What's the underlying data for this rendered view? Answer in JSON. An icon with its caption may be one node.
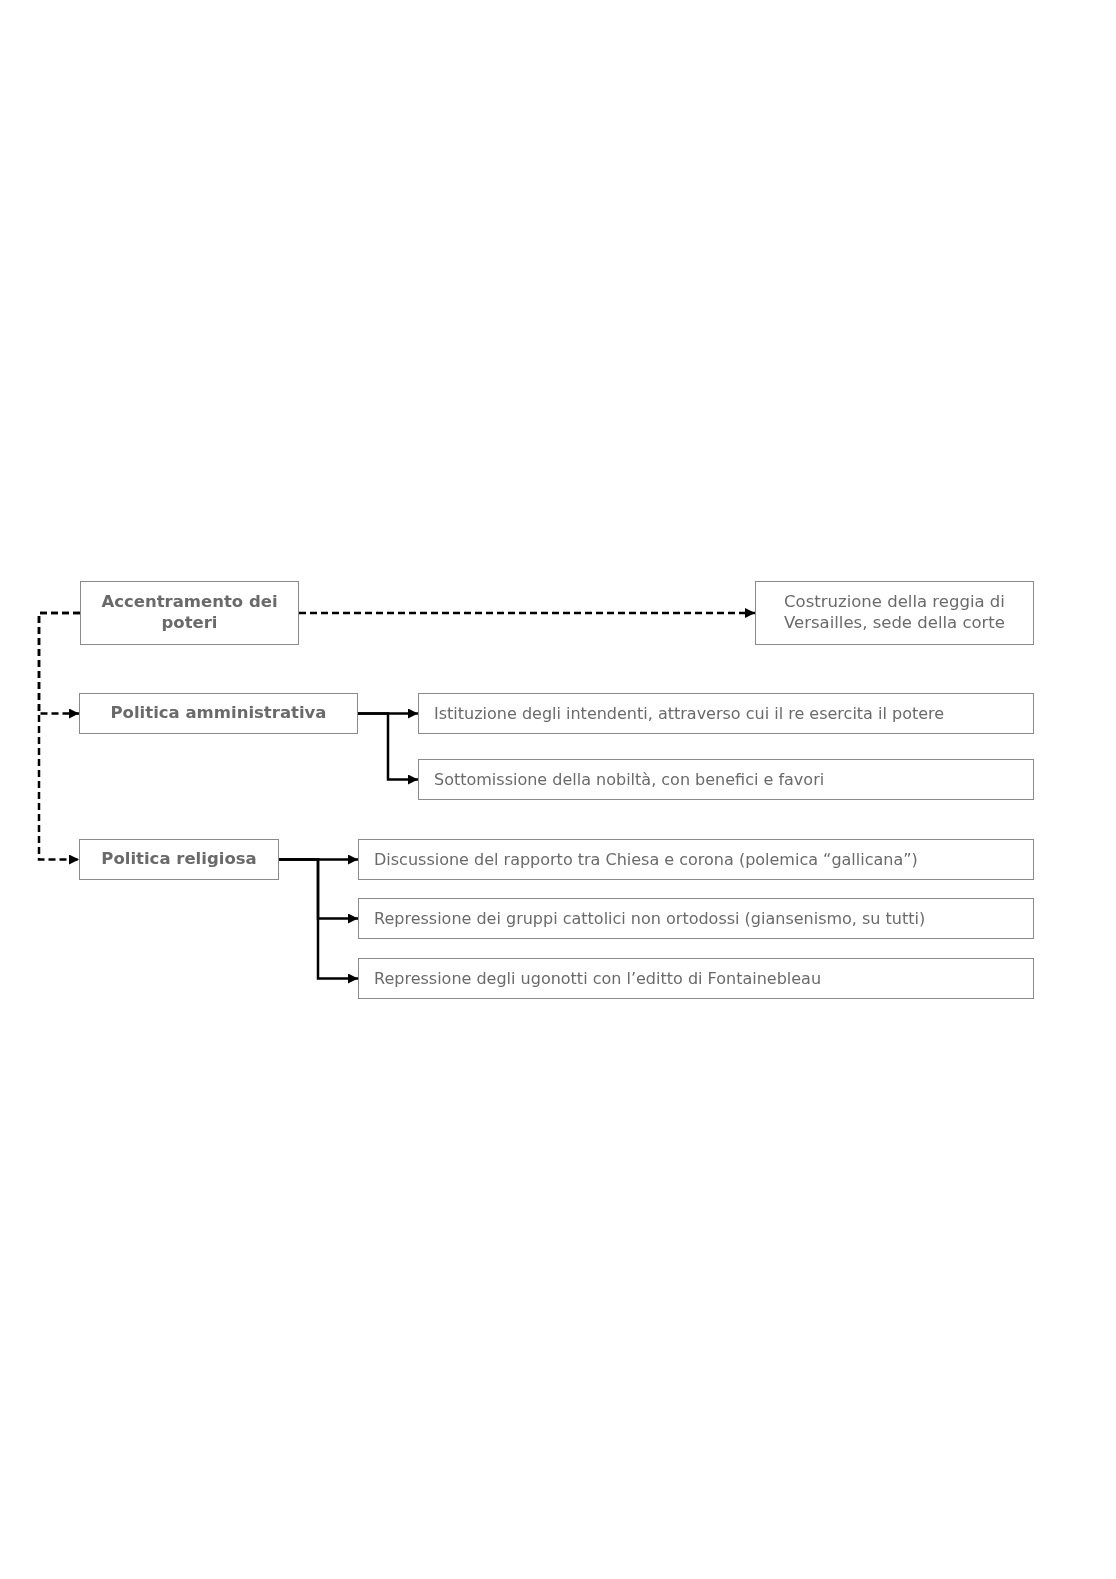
{
  "diagram": {
    "nodes": [
      {
        "text": [
          "Accentramento dei poteri"
        ]
      },
      {
        "text": [
          "Costruzione della reggia di Versailles, sede della corte"
        ]
      },
      {
        "text": [
          "Politica amministrativa"
        ]
      },
      {
        "text": [
          "Istituzione degli intendenti, attraverso cui il re esercita il potere"
        ]
      },
      {
        "text": [
          "Sottomissione della nobiltà, con benefici e favori"
        ]
      },
      {
        "text": [
          "Politica religiosa"
        ]
      },
      {
        "text": [
          "Discussione del rapporto tra Chiesa e corona (polemica “gallicana”)"
        ]
      },
      {
        "text": [
          "Repressione dei gruppi cattolici non ortodossi (giansenismo, su tutti)"
        ]
      },
      {
        "text": [
          "Repressione degli ugonotti con l’editto di Fontainebleau"
        ]
      }
    ],
    "edges": [
      {
        "from": 0,
        "to": 1,
        "arrow": "to",
        "style": "dashed"
      },
      {
        "from": 0,
        "to": 2,
        "arrow": "to",
        "style": "dashed"
      },
      {
        "from": 0,
        "to": 5,
        "arrow": "to",
        "style": "dashed"
      },
      {
        "from": 2,
        "to": 3,
        "arrow": "to"
      },
      {
        "from": 2,
        "to": 4,
        "arrow": "to"
      },
      {
        "from": 5,
        "to": 6,
        "arrow": "to"
      },
      {
        "from": 5,
        "to": 7,
        "arrow": "to"
      },
      {
        "from": 5,
        "to": 8,
        "arrow": "to"
      }
    ]
  }
}
